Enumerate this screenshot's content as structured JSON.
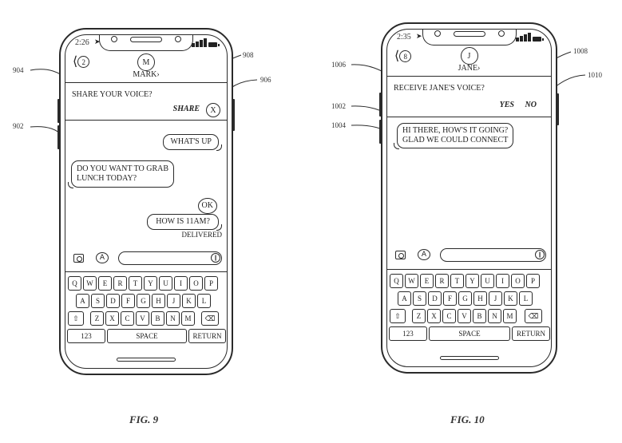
{
  "figures": [
    {
      "caption": "FIG. 9",
      "status": {
        "time": "2:26"
      },
      "header": {
        "back_count": "2",
        "avatar_initial": "M",
        "contact_name": "MARK›"
      },
      "banner": {
        "prompt": "SHARE YOUR VOICE?",
        "action_label": "SHARE",
        "dismiss_label": "X"
      },
      "messages": [
        {
          "side": "right",
          "text": "WHAT'S UP"
        },
        {
          "side": "left",
          "text": "DO YOU WANT TO GRAB LUNCH TODAY?",
          "lines": [
            "DO YOU WANT TO GRAB",
            "LUNCH TODAY?"
          ]
        },
        {
          "side": "right",
          "text": "OK"
        },
        {
          "side": "right",
          "text": "HOW IS 11AM?"
        }
      ],
      "delivery_status": "DELIVERED",
      "reference_numerals": {
        "message_area": "902",
        "banner": "904",
        "dismiss": "906",
        "share": "908"
      }
    },
    {
      "caption": "FIG. 10",
      "status": {
        "time": "2:35"
      },
      "header": {
        "back_count": "8",
        "avatar_initial": "J",
        "contact_name": "JANE›"
      },
      "banner": {
        "prompt": "RECEIVE JANE'S VOICE?",
        "yes_label": "YES",
        "no_label": "NO"
      },
      "messages": [
        {
          "side": "left",
          "text": "HI THERE, HOW'S IT GOING? GLAD WE COULD CONNECT",
          "lines": [
            "HI THERE, HOW'S IT GOING?",
            "GLAD WE COULD CONNECT"
          ]
        }
      ],
      "reference_numerals": {
        "message_area": "1002",
        "message": "1004",
        "banner": "1006",
        "yes": "1008",
        "no": "1010"
      }
    }
  ],
  "keyboard": {
    "row1": [
      "Q",
      "W",
      "E",
      "R",
      "T",
      "Y",
      "U",
      "I",
      "O",
      "P"
    ],
    "row2": [
      "A",
      "S",
      "D",
      "F",
      "G",
      "H",
      "J",
      "K",
      "L"
    ],
    "row3": [
      "Z",
      "X",
      "C",
      "V",
      "B",
      "N",
      "M"
    ],
    "shift_glyph": "⇧",
    "delete_glyph": "⌫",
    "numbers_label": "123",
    "space_label": "SPACE",
    "return_label": "RETURN"
  },
  "icons": {
    "app_store_glyph": "A",
    "voice_glyph": "❙"
  }
}
